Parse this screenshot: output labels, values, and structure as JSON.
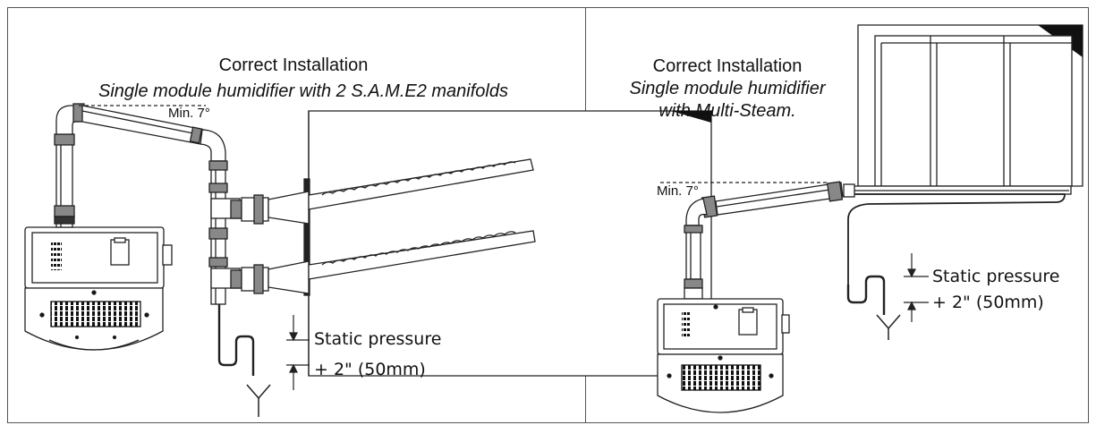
{
  "left_panel": {
    "title": "Correct Installation",
    "subtitle": "Single module humidifier with 2 S.A.M.E2 manifolds",
    "angle_label": "Min. 7°",
    "pressure_label": "Static pressure",
    "offset_label": "+ 2\" (50mm)"
  },
  "right_panel": {
    "title": "Correct Installation",
    "subtitle_line1": "Single module humidifier",
    "subtitle_line2": "with Multi-Steam.",
    "angle_label": "Min. 7°",
    "pressure_label": "Static pressure",
    "offset_label": "+ 2\" (50mm)"
  },
  "colors": {
    "line": "#222222",
    "fill_dark": "#111111",
    "fill_mid": "#888888",
    "bg": "#ffffff"
  }
}
